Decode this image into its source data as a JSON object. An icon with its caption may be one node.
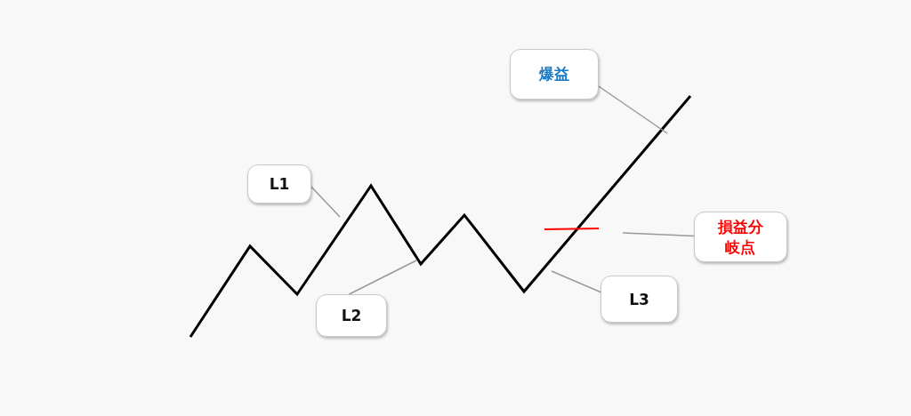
{
  "diagram": {
    "nodes": [
      {
        "text": [
          "爆益"
        ]
      },
      {
        "text": [
          "L1"
        ]
      },
      {
        "text": [
          "L2"
        ]
      },
      {
        "text": [
          "L3"
        ]
      },
      {
        "text": [
          "損益分岐点"
        ]
      }
    ],
    "edges": [
      {
        "from": 0,
        "to": null,
        "arrow": "none"
      },
      {
        "from": 1,
        "to": null,
        "arrow": "none"
      },
      {
        "from": 2,
        "to": null,
        "arrow": "none"
      },
      {
        "from": 3,
        "to": null,
        "arrow": "none"
      },
      {
        "from": 4,
        "to": null,
        "arrow": "none"
      }
    ]
  }
}
